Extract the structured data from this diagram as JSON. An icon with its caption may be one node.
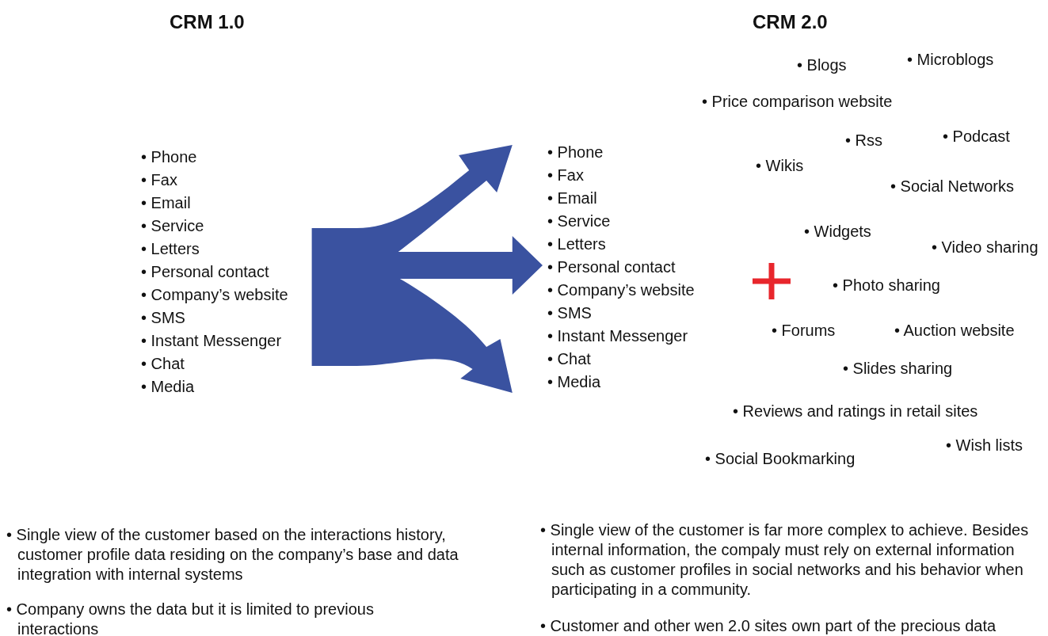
{
  "diagram": {
    "nodes": [
      {
        "text": [
          "• Phone",
          "• Fax",
          "• Email",
          "• Service",
          "• Letters",
          "• Personal contact",
          "• Company’s website",
          "• SMS",
          "• Instant Messenger",
          "• Chat",
          "• Media"
        ]
      },
      {
        "text": [
          "• Phone",
          "• Fax",
          "• Email",
          "• Service",
          "• Letters",
          "• Personal contact",
          "• Company’s website",
          "• SMS",
          "• Instant Messenger",
          "• Chat",
          "• Media"
        ]
      }
    ],
    "edges": [
      {
        "from": 0,
        "to": 1,
        "arrow": "to"
      }
    ],
    "labels": [
      "CRM 1.0",
      "CRM 2.0",
      "• Blogs",
      "• Microblogs",
      "• Price comparison website",
      "• Rss",
      "• Podcast",
      "• Wikis",
      "• Social Networks",
      "• Widgets",
      "• Video sharing",
      "• Photo sharing",
      "• Forums",
      "• Auction website",
      "• Slides sharing",
      "• Reviews and ratings in retail sites",
      "• Wish lists",
      "• Social Bookmarking",
      "• Single view of the customer based on the interactions history, customer profile data residing on the company’s base and data integration with internal systems",
      "• Company owns the data but it is limited to previous interactions",
      "• Single view of the customer is far more complex to achieve. Besides internal information, the compaly must rely on external information such as customer profiles in social networks and his behavior when participating in a community.",
      "• Customer and other wen 2.0 sites own part of the precious data"
    ]
  }
}
